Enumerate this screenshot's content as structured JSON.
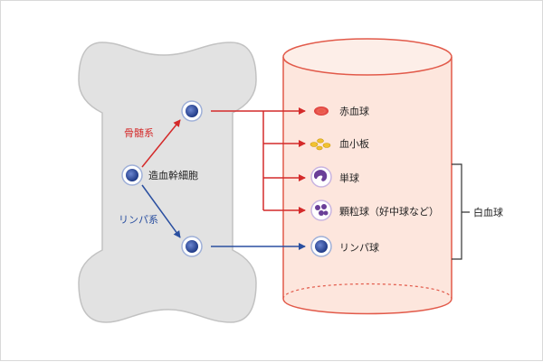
{
  "colors": {
    "bone_fill": "#e2e2e2",
    "bone_stroke": "#c2c2c2",
    "vessel_fill": "#fde6dd",
    "vessel_stroke": "#e25a4a",
    "myeloid": "#d42a2a",
    "lymphoid": "#2a4fa0",
    "cell_core": "#2b4a9a",
    "bracket": "#333333"
  },
  "stem_cell": {
    "label": "造血幹細胞",
    "icon": "stem-cell-icon"
  },
  "branches": {
    "myeloid": {
      "label": "骨髄系",
      "icon": "myeloid-progenitor-icon"
    },
    "lymphoid": {
      "label": "リンパ系",
      "icon": "lymphoid-progenitor-icon"
    }
  },
  "blood_cells": [
    {
      "label": "赤血球",
      "icon": "red-blood-cell-icon"
    },
    {
      "label": "血小板",
      "icon": "platelet-icon"
    },
    {
      "label": "単球",
      "icon": "monocyte-icon"
    },
    {
      "label": "顆粒球（好中球など）",
      "icon": "granulocyte-icon"
    },
    {
      "label": "リンパ球",
      "icon": "lymphocyte-icon"
    }
  ],
  "group_label": "白血球"
}
